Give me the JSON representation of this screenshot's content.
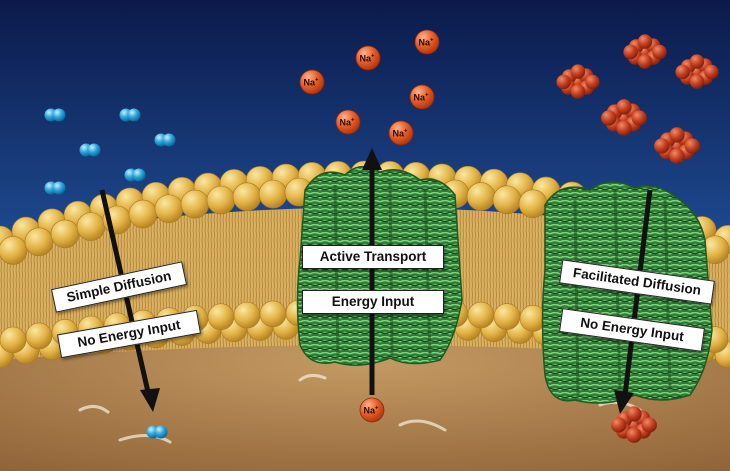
{
  "labels": {
    "simple_diffusion": "Simple Diffusion",
    "no_energy_input_left": "No Energy Input",
    "active_transport": "Active Transport",
    "energy_input": "Energy Input",
    "facilitated_diffusion": "Facilitated Diffusion",
    "no_energy_input_right": "No Energy Input"
  },
  "ion_label": "Na",
  "ion_charge": "+",
  "colors": {
    "sky_top": "#0b1a4a",
    "sky_bottom": "#2f6fb6",
    "lipid_head": "#e2b24a",
    "cytoplasm": "#b28652",
    "protein_green": "#2f8a3a",
    "sodium_orange": "#e0612c",
    "molecule_blue": "#2aa4dc",
    "molecule_red": "#c23d1e",
    "arrow": "#111111"
  },
  "icons": [
    "blue-molecule-icon",
    "sodium-ion-icon",
    "red-molecule-icon",
    "transport-protein-icon",
    "arrow-down-icon",
    "arrow-up-icon"
  ]
}
